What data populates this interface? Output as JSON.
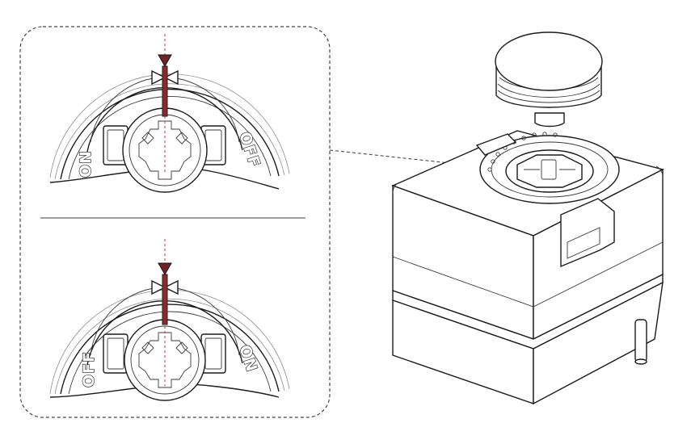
{
  "diagram": {
    "top_panel": {
      "left_label": "ON",
      "right_label": "OFF"
    },
    "bottom_panel": {
      "left_label": "OFF",
      "right_label": "ON"
    }
  },
  "colors": {
    "line": "#1a1a1a",
    "indicator": "#8a2a2f",
    "guide": "#c4343d",
    "background": "#ffffff"
  }
}
